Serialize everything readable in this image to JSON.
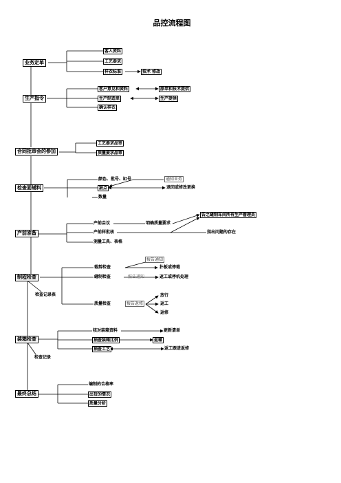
{
  "title": "品控流程图",
  "stages": {
    "s1": "业务定单",
    "s2": "生产指令",
    "s3": "合同批审会的参加",
    "s4": "检查面辅料",
    "s5": "产前准备",
    "s6": "制程检查",
    "s7": "装箱检查",
    "s8": "最终总结"
  },
  "s1_items": [
    "客人资料",
    "工艺要求",
    "样衣标准"
  ],
  "s1_side": "技术 修改",
  "s2_items": [
    "客户意见和资料",
    "生产制造单",
    "确认样衣"
  ],
  "s2_side": [
    "原单和技术提供",
    "生产提供"
  ],
  "s3_items": [
    "工艺要求品审",
    "质量要求品审"
  ],
  "s4_items": [
    "颜色、批号、缸号",
    "疵点",
    "数量"
  ],
  "s4_side": [
    "通知业务",
    "退回或修改更换"
  ],
  "s5_items": [
    "产前会议",
    "产前样批核",
    "测量工具、表格"
  ],
  "s5_mid": "明确质量要求",
  "s5_side": [
    "告之缝制车间所有生产管理员",
    "指出问题的存在"
  ],
  "s6_items": [
    "裁剪检查",
    "缝制检查",
    "质量检查"
  ],
  "s6_record": "检查记录表",
  "s6_notify": "报告通知",
  "s6_notify2": "报告通知",
  "s6_notify3": "报告返修",
  "s6_side": [
    "扑板或停裁",
    "返工或停机处理"
  ],
  "s6_results": [
    "放行",
    "返工",
    "返修"
  ],
  "s7_items": [
    "核对装箱资料",
    "抽查装箱比例",
    "抽查工艺"
  ],
  "s7_side": [
    "更新清单",
    "返箱",
    "返工跟进返修"
  ],
  "s7_record": "检查记录",
  "s8_items": [
    "编制的合格率",
    "出货的情况",
    "质量分析"
  ]
}
